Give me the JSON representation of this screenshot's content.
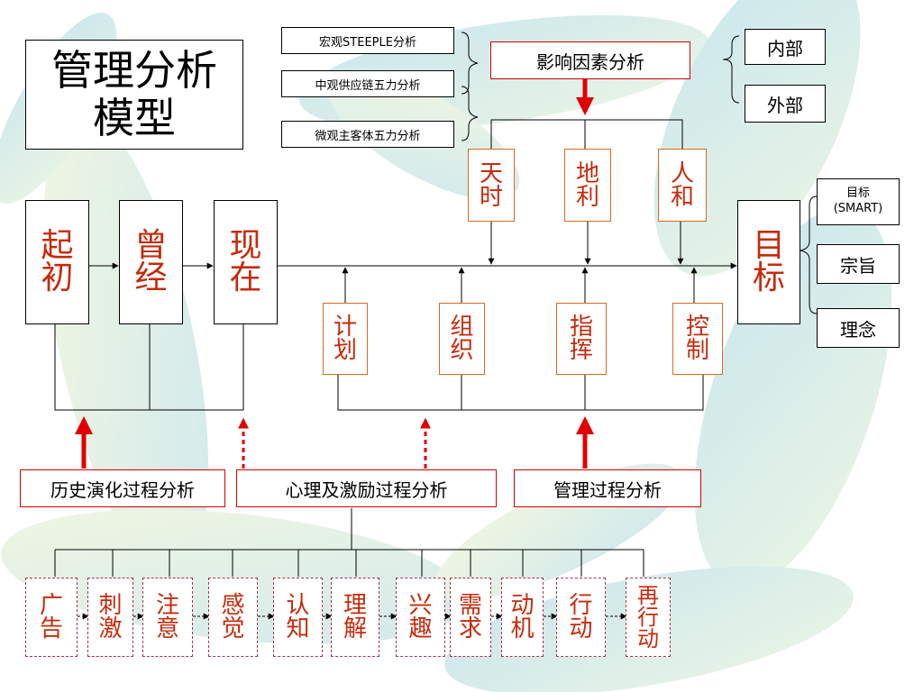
{
  "title": "管理分析模型",
  "external": [
    "宏观STEEPLE分析",
    "中观供应链五力分析",
    "微观主客体五力分析"
  ],
  "factor_analysis": "影响因素分析",
  "scope": [
    "内部",
    "外部"
  ],
  "factors": [
    "天时",
    "地利",
    "人和"
  ],
  "timeline": [
    "起初",
    "曾经",
    "现在"
  ],
  "goal": "目标",
  "goal_aspects": [
    "目标(SMART)",
    "宗旨",
    "理念"
  ],
  "functions": [
    "计划",
    "组织",
    "指挥",
    "控制"
  ],
  "analyses": [
    "历史演化过程分析",
    "心理及激励过程分析",
    "管理过程分析"
  ],
  "stimulus_chain": [
    "广告",
    "刺激",
    "注意",
    "感觉",
    "认知",
    "理解",
    "兴趣",
    "需求",
    "动机",
    "行动",
    "再行动"
  ],
  "colors": {
    "accent_red": "#d40000",
    "text_red": "#c52b0c",
    "orange_border": "#d96a1e",
    "dashed_border": "#a0354a"
  }
}
